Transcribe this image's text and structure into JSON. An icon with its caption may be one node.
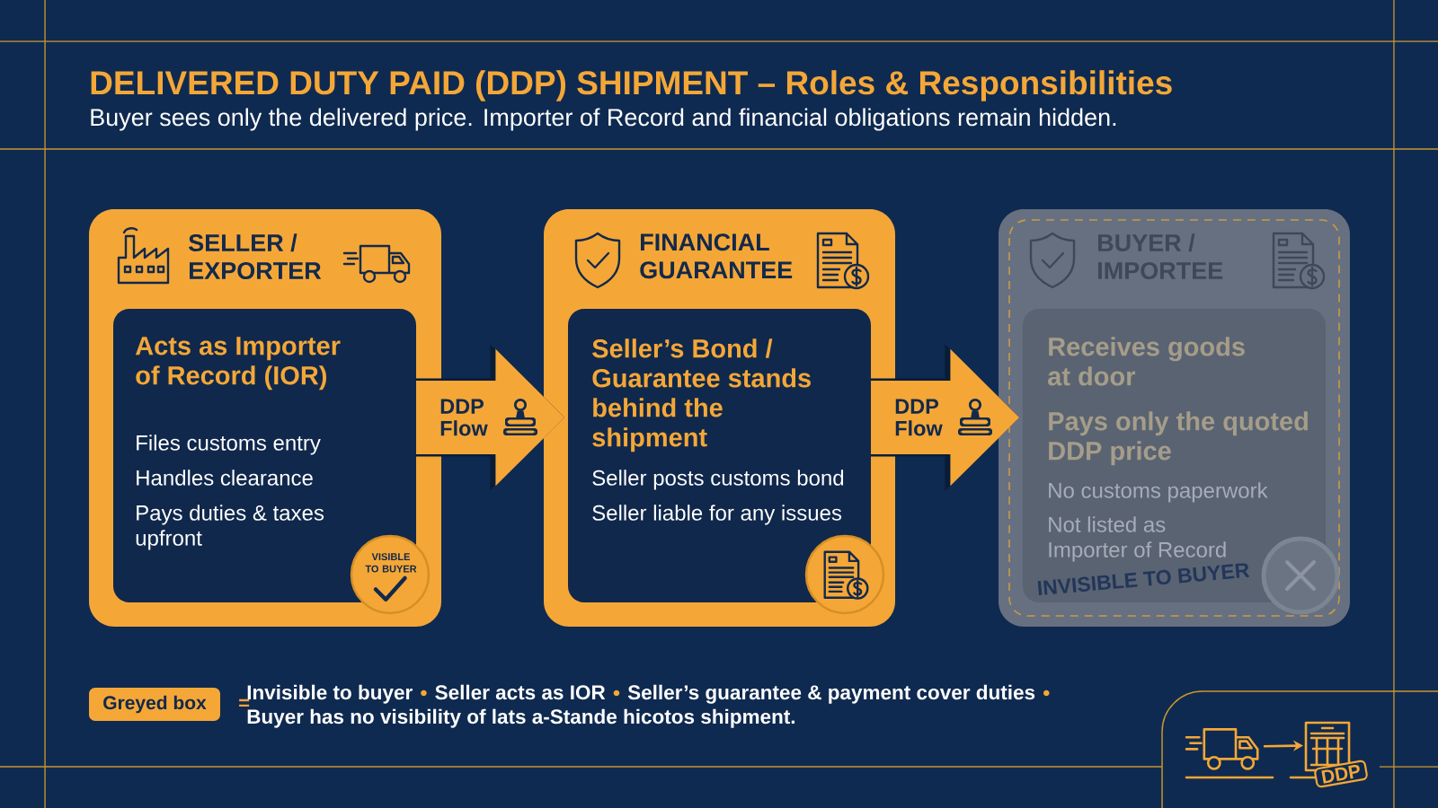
{
  "diagram": {
    "title": "DELIVERED DUTY PAID (DDP) SHIPMENT – Roles & Responsibilities",
    "nodes": [
      {
        "text": [
          "SELLER / EXPORTER"
        ]
      },
      {
        "text": [
          "Acts as Importer of Record (IOR)",
          "Files customs entry",
          "Handles clearance",
          "Pays duties & taxes upfront"
        ],
        "in": 0
      },
      {
        "text": [
          "VISIBLE TO BUYER"
        ],
        "in": 0
      },
      {
        "text": [
          "FINANCIAL GUARANTEE"
        ]
      },
      {
        "text": [
          "Seller’s Bond / Guarantee stands behind the shipment",
          "Seller posts customs bond",
          "Seller liable for any issues"
        ],
        "in": 3
      },
      {
        "text": [],
        "shape": "circle",
        "in": 3
      },
      {
        "text": [
          "BUYER / IMPORTEE"
        ]
      },
      {
        "text": [
          "Receives goods at door",
          "Pays only the quoted DDP price",
          "No customs paperwork",
          "Not listed as Importer of Record"
        ],
        "in": 6
      },
      {
        "text": [],
        "shape": "circle",
        "in": 6
      },
      {
        "text": [
          "Greyed box"
        ],
        "beside": [
          "="
        ]
      },
      {
        "text": [],
        "shape": "picture"
      },
      {
        "text": [],
        "shape": "picture"
      }
    ],
    "edges": [
      {
        "from": 1,
        "to": 4,
        "arrow": "to",
        "label": "DDP Flow"
      },
      {
        "from": 4,
        "to": 7,
        "arrow": "to",
        "label": "DDP Flow"
      },
      {
        "from": 10,
        "to": 11,
        "arrow": "to"
      }
    ],
    "labels": [
      "Buyer sees only the delivered price. Importer of Record and financial obligations remain hidden.",
      "INVISIBLE TO BUYER",
      "Invisible to buyer",
      "Seller acts as IOR",
      "Seller’s guarantee & payment cover duties",
      "Buyer has no visibility of lats a-Stande hicotos shipment.",
      "DDP"
    ]
  }
}
